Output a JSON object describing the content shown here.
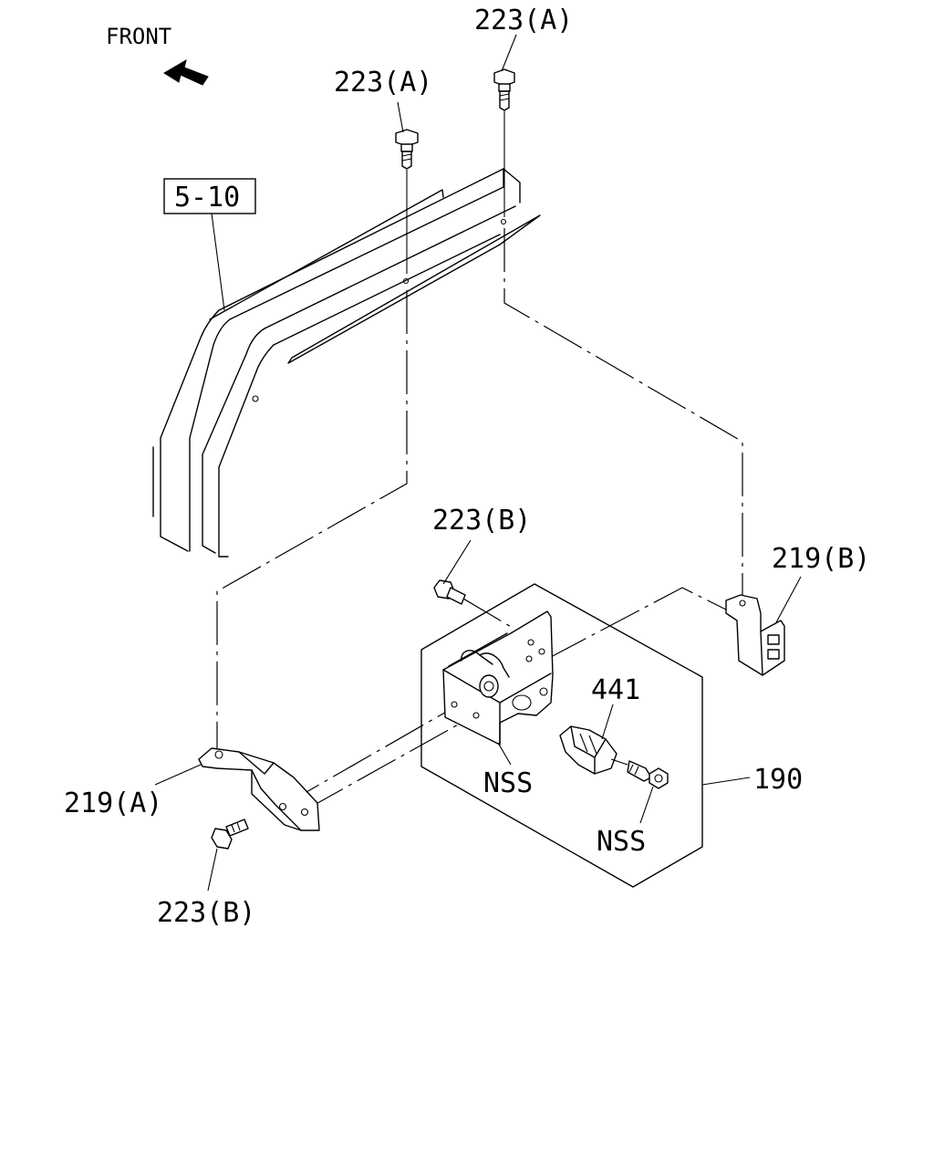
{
  "front_label": "FRONT",
  "ref_box": "5-10",
  "callouts": {
    "bolt_a_left": "223(A)",
    "bolt_a_right": "223(A)",
    "bolt_b_top": "223(B)",
    "bolt_b_bottom": "223(B)",
    "bracket_a": "219(A)",
    "bracket_b": "219(B)",
    "sensor": "441",
    "assembly": "190",
    "nss_bracket": "NSS",
    "nss_screw": "NSS"
  },
  "icons": [
    "front-arrow-icon"
  ]
}
